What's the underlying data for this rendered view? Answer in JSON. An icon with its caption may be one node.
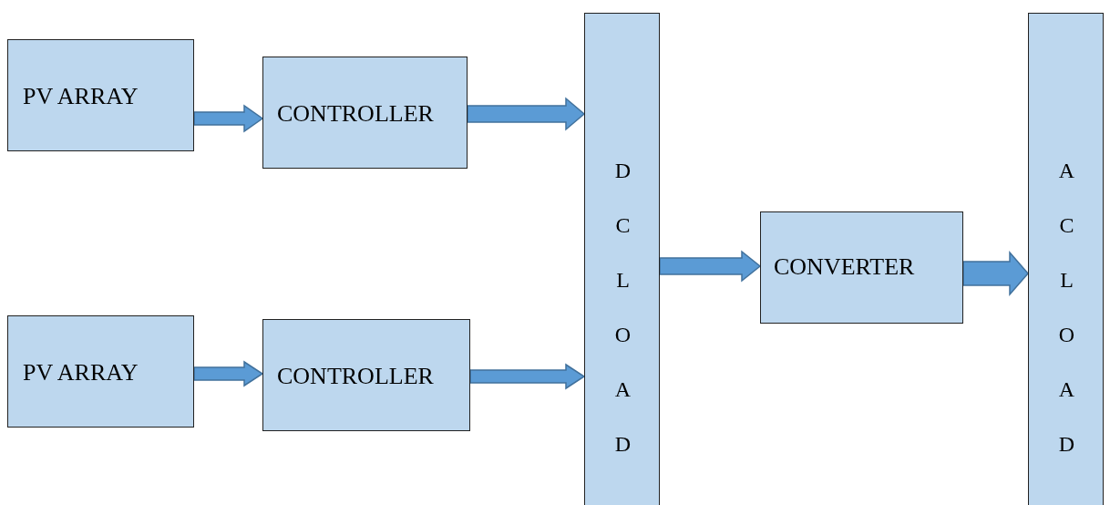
{
  "diagram": {
    "nodes": [
      {
        "text": [
          "PV ARRAY"
        ]
      },
      {
        "text": [
          "CONTROLLER"
        ]
      },
      {
        "text": [
          "PV ARRAY"
        ]
      },
      {
        "text": [
          "CONTROLLER"
        ]
      },
      {
        "text": [
          "D C L O A D"
        ]
      },
      {
        "text": [
          "CONVERTER"
        ]
      },
      {
        "text": [
          "A C L O A D"
        ]
      }
    ],
    "edges": [
      {
        "from": 0,
        "to": 1,
        "arrow": "to"
      },
      {
        "from": 1,
        "to": 4,
        "arrow": "to"
      },
      {
        "from": 2,
        "to": 3,
        "arrow": "to"
      },
      {
        "from": 3,
        "to": 4,
        "arrow": "to"
      },
      {
        "from": 4,
        "to": 5,
        "arrow": "to"
      },
      {
        "from": 5,
        "to": 6,
        "arrow": "to"
      }
    ]
  }
}
